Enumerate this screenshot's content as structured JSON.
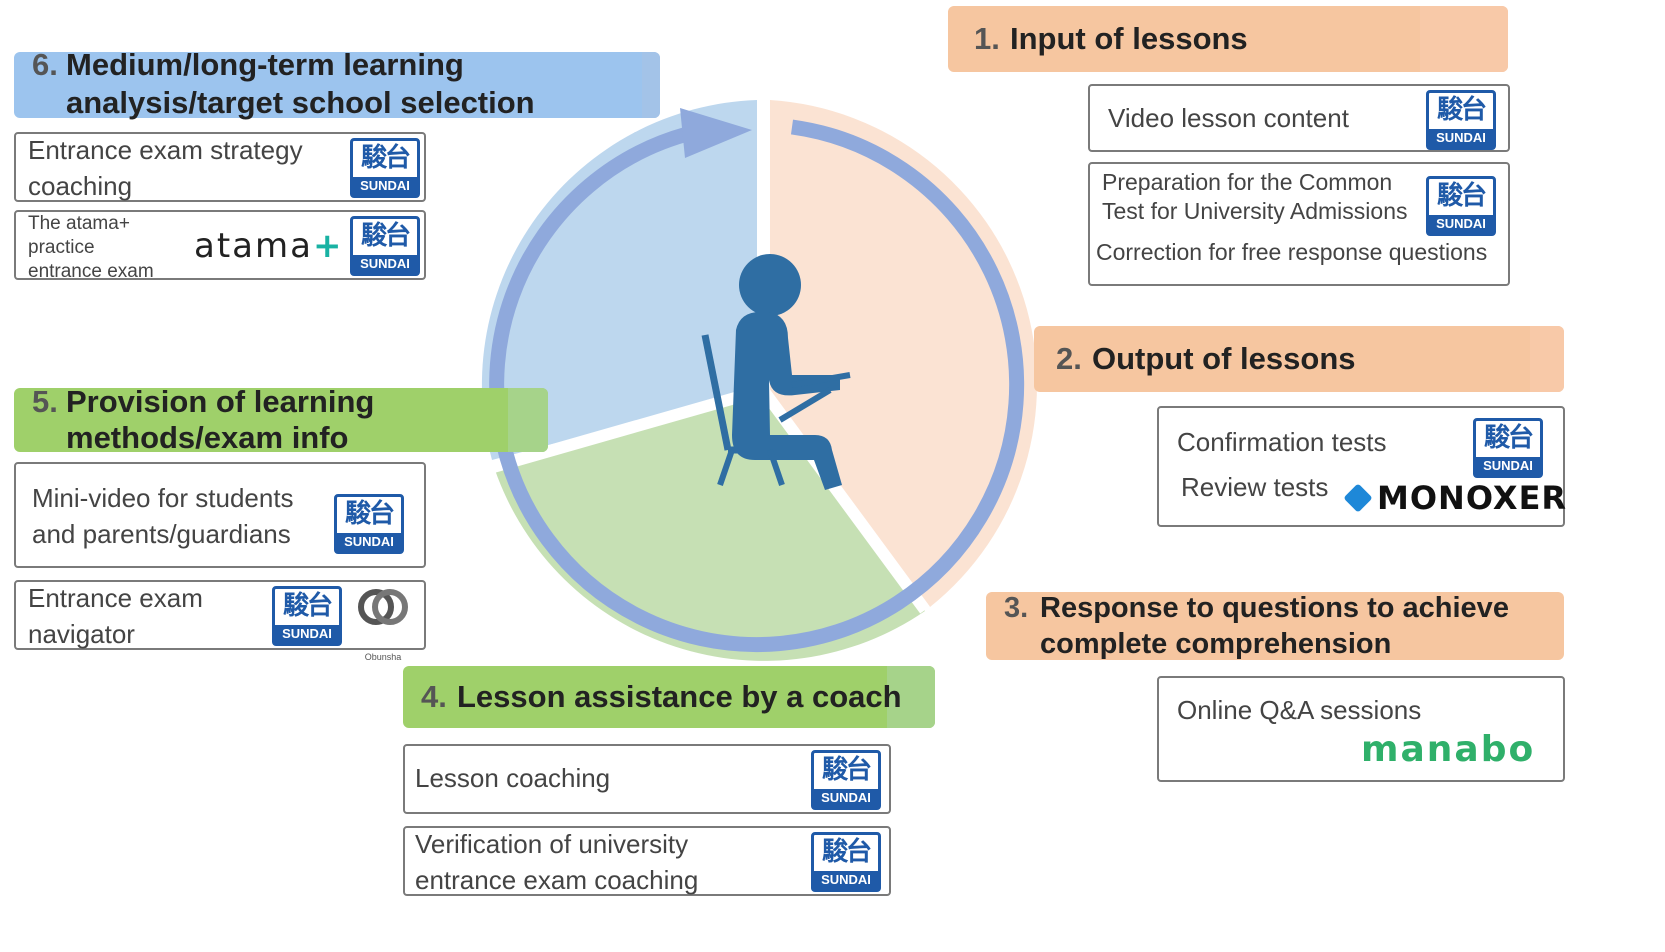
{
  "sections": {
    "s1": {
      "num": "1.",
      "title": "Input of lessons"
    },
    "s2": {
      "num": "2.",
      "title": "Output of lessons"
    },
    "s3": {
      "num": "3.",
      "line1": "Response to questions to achieve",
      "line2": "complete comprehension"
    },
    "s4": {
      "num": "4.",
      "title": "Lesson assistance by a coach"
    },
    "s5": {
      "num": "5.",
      "line1": "Provision of learning",
      "line2": "methods/exam info"
    },
    "s6": {
      "num": "6.",
      "line1": "Medium/long-term learning",
      "line2": "analysis/target school selection"
    }
  },
  "items": {
    "video_lesson": "Video lesson content",
    "common_test_1": "Preparation for the Common",
    "common_test_2": "Test for University Admissions",
    "free_response": "Correction for free response questions",
    "confirmation_tests": "Confirmation tests",
    "review_tests": "Review tests",
    "online_qa": "Online Q&A sessions",
    "lesson_coaching": "Lesson coaching",
    "verification_1": "Verification of university",
    "verification_2": "entrance exam coaching",
    "mini_video_1": "Mini-video for students",
    "mini_video_2": "and parents/guardians",
    "navigator_1": "Entrance exam",
    "navigator_2": "navigator",
    "strategy_1": "Entrance exam strategy",
    "strategy_2": "coaching",
    "atama_practice_1": "The atama+",
    "atama_practice_2": "practice",
    "atama_practice_3": "entrance exam"
  },
  "logos": {
    "sundai_kanji": "駿台",
    "sundai_text": "SUNDAI",
    "atama": "atama",
    "atama_plus": "+",
    "monoxer": "MONOXER",
    "manabo": "manabo",
    "obunsha": "Obunsha"
  },
  "colors": {
    "orange_header": "#f7bf8f",
    "blue_header": "#9cc4ee",
    "green_header": "#9fd06a",
    "cycle_arrow": "#8fa9dc",
    "sector_orange": "#fbe3d3",
    "sector_green": "#c6e0b4",
    "sector_blue": "#bdd7ee",
    "figure": "#2f6ea3",
    "sundai_blue": "#1f5aa8"
  }
}
